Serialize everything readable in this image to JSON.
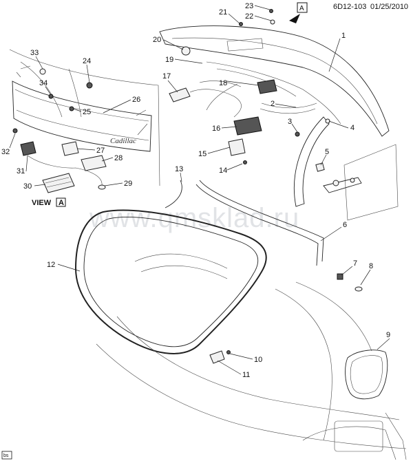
{
  "header": {
    "code": "6D12-103",
    "date": "01/25/2010"
  },
  "view": {
    "label": "VIEW",
    "letter": "A"
  },
  "watermark": "www.qmsklad.ru",
  "emblem": "Cadillac",
  "corner_tag": "bs",
  "callouts": [
    "1",
    "2",
    "3",
    "4",
    "5",
    "6",
    "7",
    "8",
    "9",
    "10",
    "11",
    "12",
    "13",
    "14",
    "15",
    "16",
    "17",
    "18",
    "19",
    "20",
    "21",
    "22",
    "23",
    "24",
    "25",
    "26",
    "27",
    "28",
    "29",
    "30",
    "31",
    "32",
    "33",
    "34"
  ]
}
